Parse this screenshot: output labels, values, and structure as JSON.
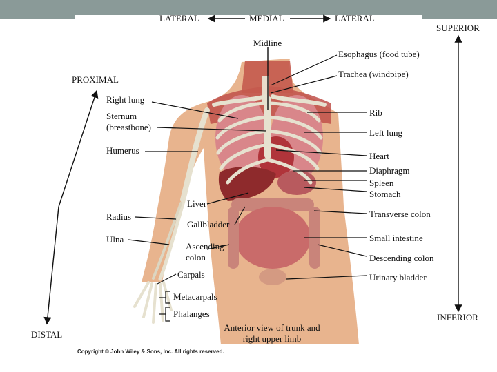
{
  "labels": {
    "lateral_left": "LATERAL",
    "medial": "MEDIAL",
    "lateral_right": "LATERAL",
    "superior": "SUPERIOR",
    "midline": "Midline",
    "esophagus": "Esophagus (food tube)",
    "trachea": "Trachea (windpipe)",
    "proximal": "PROXIMAL",
    "right_lung": "Right lung",
    "sternum_1": "Sternum",
    "sternum_2": "(breastbone)",
    "rib": "Rib",
    "left_lung": "Left lung",
    "humerus": "Humerus",
    "heart": "Heart",
    "diaphragm": "Diaphragm",
    "spleen": "Spleen",
    "stomach": "Stomach",
    "liver": "Liver",
    "radius": "Radius",
    "transverse_colon": "Transverse colon",
    "gallbladder": "Gallbladder",
    "ulna": "Ulna",
    "small_intestine": "Small intestine",
    "ascending_colon_1": "Ascending",
    "ascending_colon_2": "colon",
    "descending_colon": "Descending colon",
    "carpals": "Carpals",
    "urinary_bladder": "Urinary bladder",
    "metacarpals": "Metacarpals",
    "phalanges": "Phalanges",
    "inferior": "INFERIOR",
    "distal": "DISTAL",
    "caption_1": "Anterior view of trunk and",
    "caption_2": "right upper limb"
  },
  "copyright": "Copyright © John Wiley & Sons, Inc. All rights reserved.",
  "colors": {
    "header_bar": "#8a9a98",
    "skin": "#e8b48e",
    "muscle": "#c0504a",
    "bone": "#e6e1cf",
    "lung": "#d9868a",
    "intestine": "#c96b6a",
    "liver": "#8e2a2c"
  }
}
